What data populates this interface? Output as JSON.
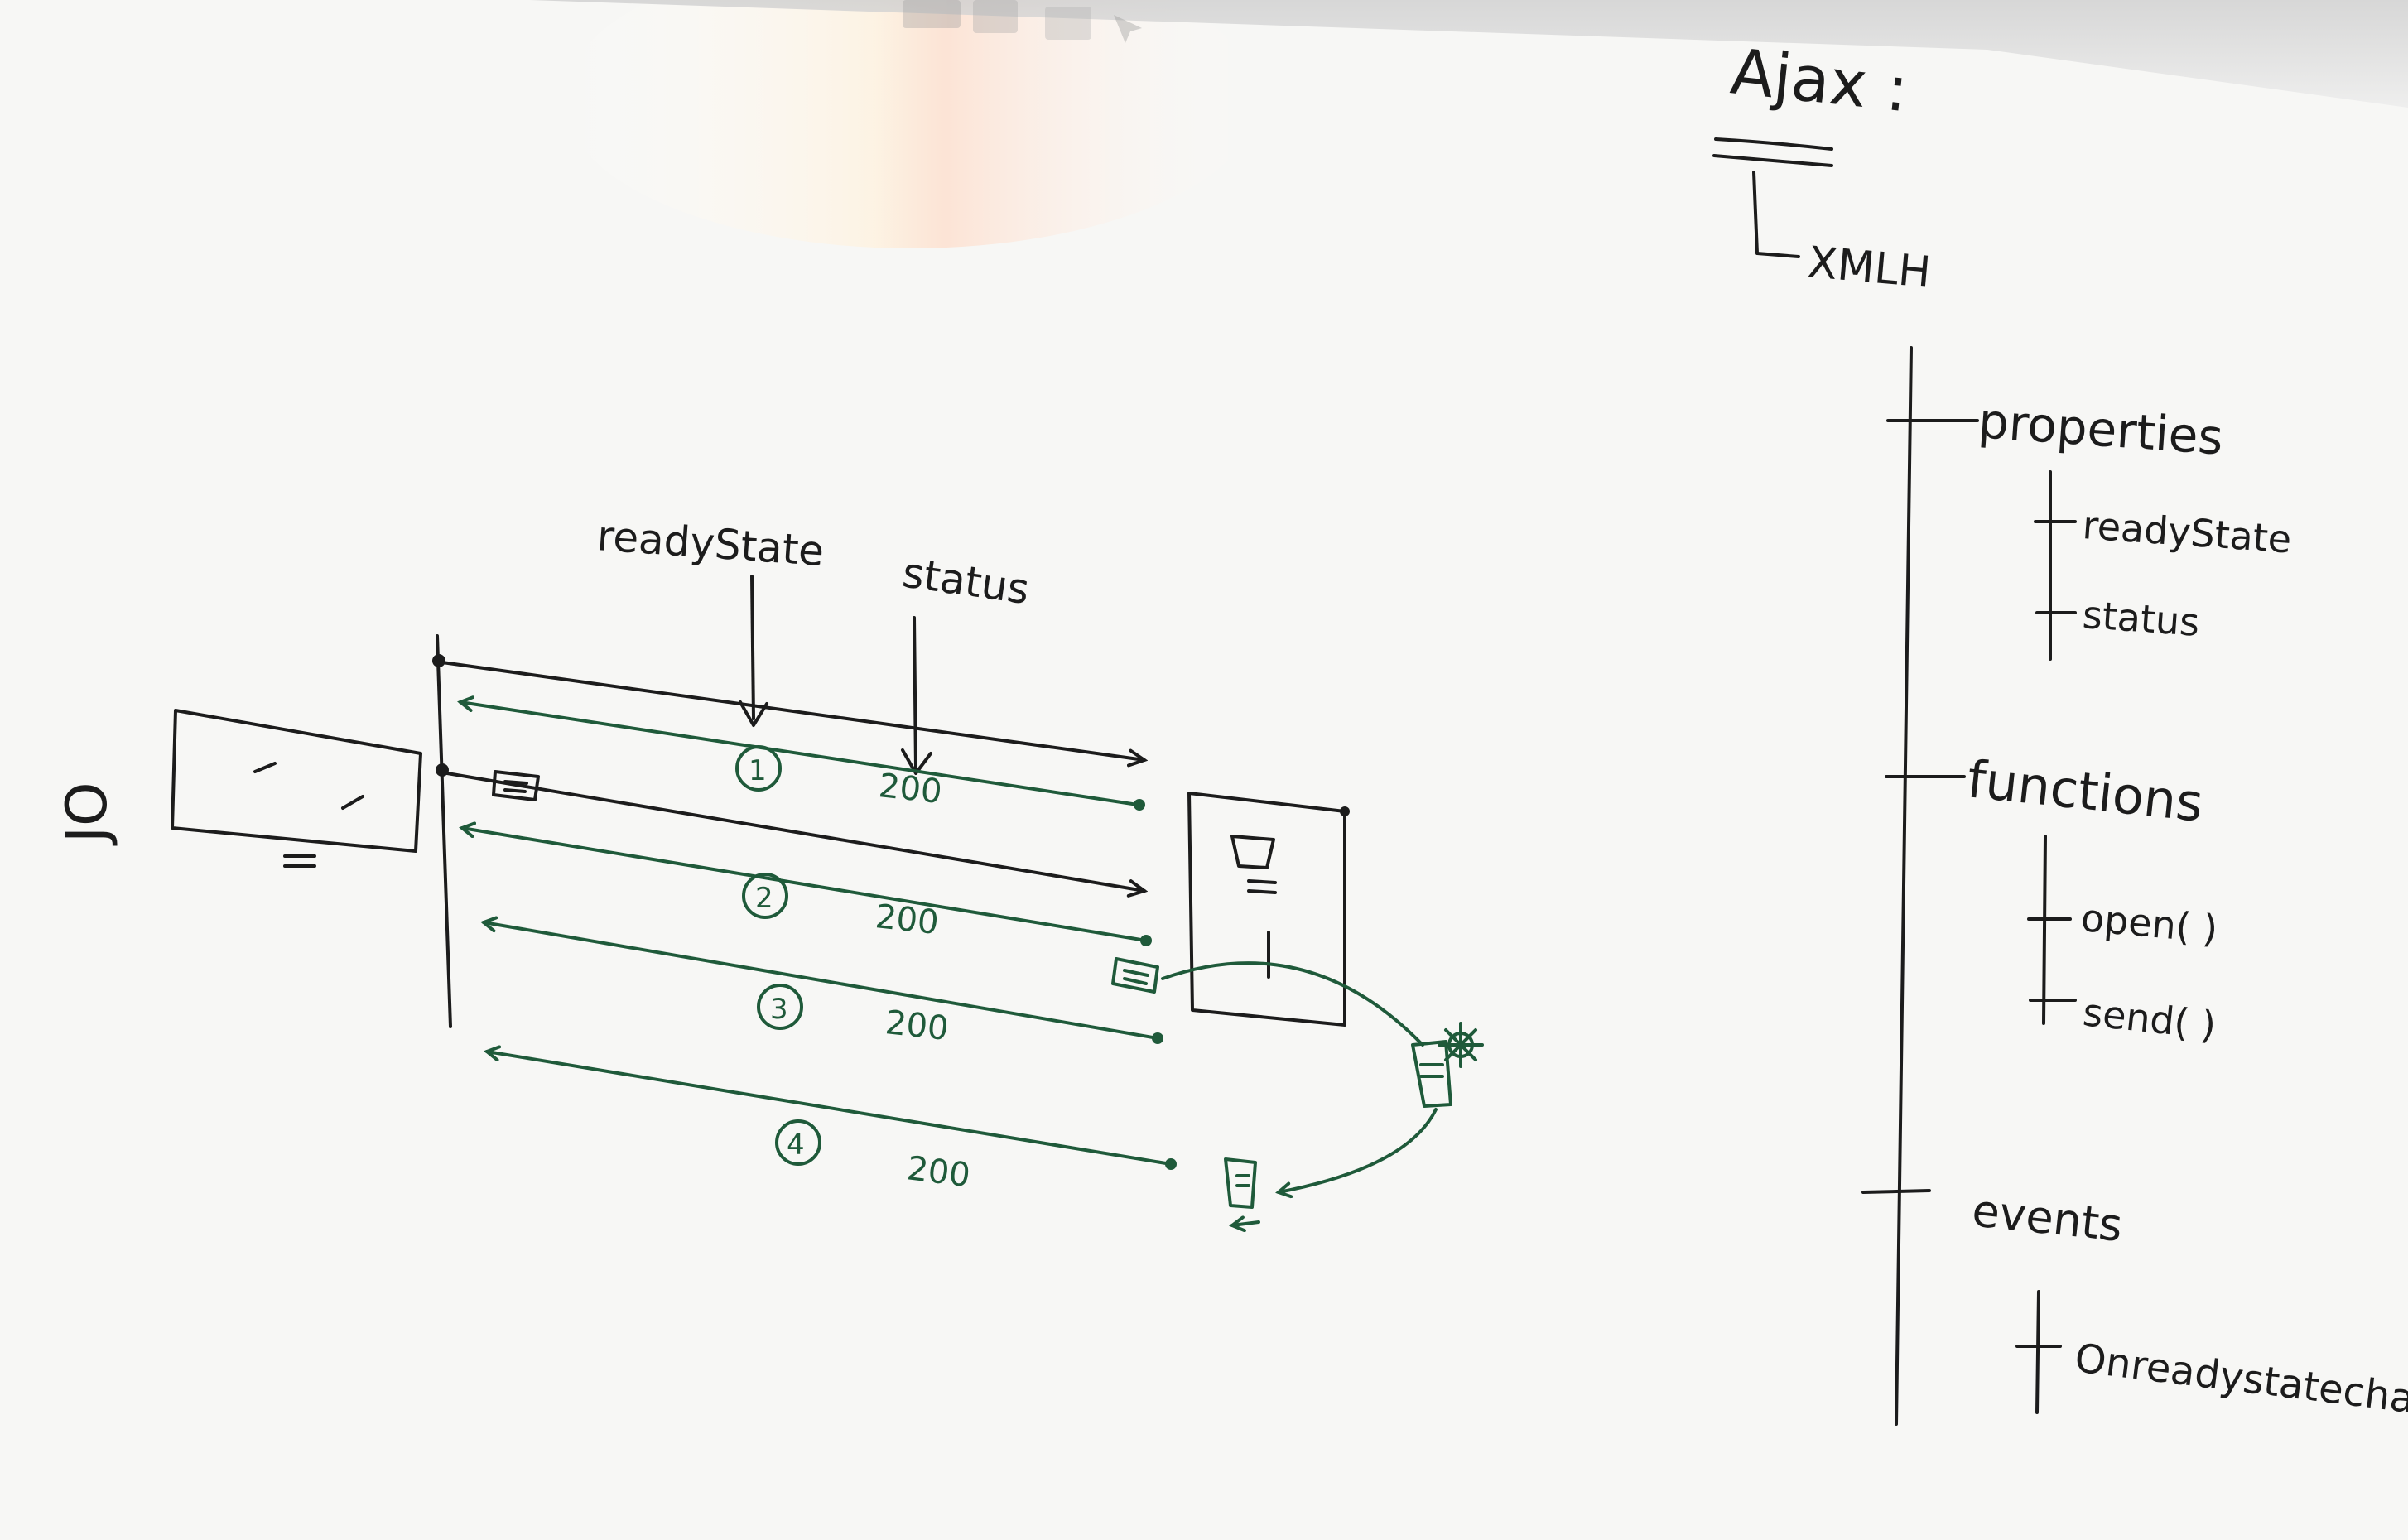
{
  "header": {
    "title": "Ajax :",
    "subtitle": "XMLH"
  },
  "diagram": {
    "top_labels": {
      "ready_state": "readyState",
      "status": "status"
    },
    "client_label": "JO",
    "rows": [
      {
        "step": "1",
        "status": "200"
      },
      {
        "step": "2",
        "status": "200"
      },
      {
        "step": "3",
        "status": "200"
      },
      {
        "step": "4",
        "status": "200"
      }
    ]
  },
  "tree": {
    "properties": {
      "label": "properties",
      "items": [
        "readyState",
        "status"
      ]
    },
    "functions": {
      "label": "functions",
      "items": [
        "open( )",
        "send( )"
      ]
    },
    "events": {
      "label": "events",
      "items": [
        "Onreadystatechange"
      ]
    }
  },
  "colors": {
    "board": "#f7f7f5",
    "black_marker": "#1c1c1c",
    "green_marker": "#1f5a3a"
  }
}
